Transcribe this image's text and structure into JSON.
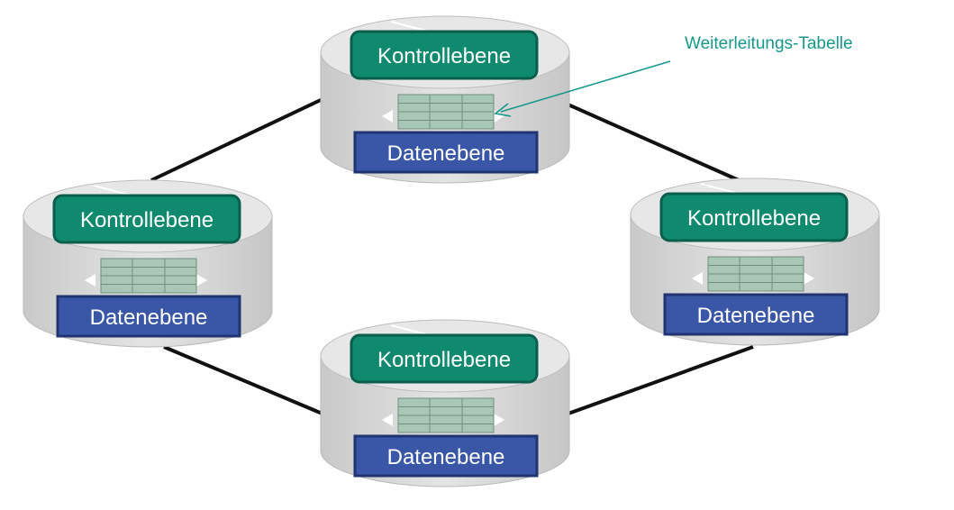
{
  "diagram": {
    "annotation": "Weiterleitungs-Tabelle",
    "colors": {
      "control_plane": "#0f8a6e",
      "control_plane_border": "#0a5f4c",
      "data_plane": "#3a56a6",
      "data_plane_border": "#1f3470",
      "table_cell": "#a9c7b6",
      "table_line": "#6f8f80",
      "cylinder_body": "#d6d6d6",
      "cylinder_top": "#e6e6e6",
      "link": "#111111",
      "annotation": "#17988a"
    },
    "nodes": [
      {
        "id": "top",
        "control_label": "Kontrollebene",
        "data_label": "Datenebene"
      },
      {
        "id": "left",
        "control_label": "Kontrollebene",
        "data_label": "Datenebene"
      },
      {
        "id": "right",
        "control_label": "Kontrollebene",
        "data_label": "Datenebene"
      },
      {
        "id": "bottom",
        "control_label": "Kontrollebene",
        "data_label": "Datenebene"
      }
    ]
  }
}
